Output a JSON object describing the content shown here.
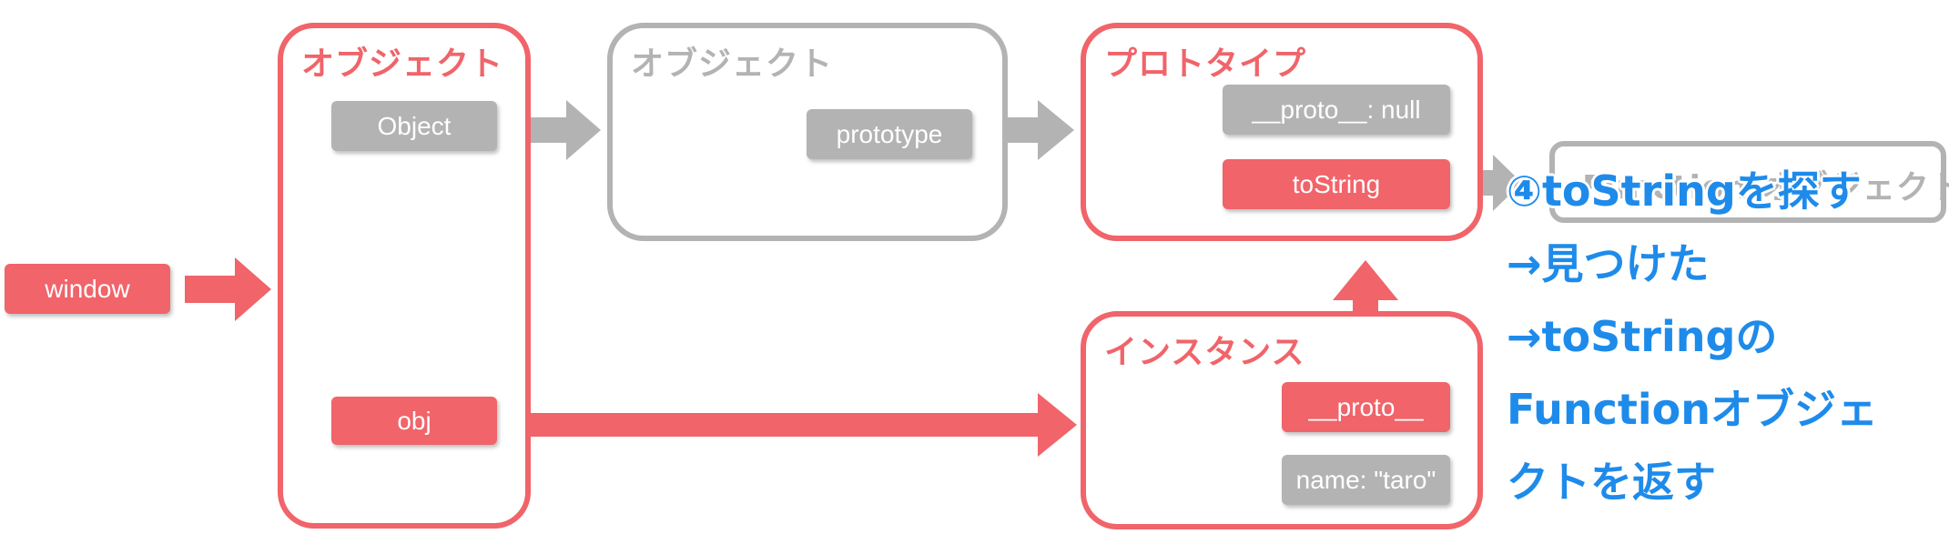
{
  "colors": {
    "accent": "#f0646a",
    "inactive": "#b3b3b3",
    "annotation": "#1e8bea"
  },
  "window_label": "window",
  "object_box": {
    "title": "オブジェクト",
    "items": [
      "Object",
      "obj"
    ]
  },
  "object_prototype_box": {
    "title": "オブジェクト",
    "item": "prototype"
  },
  "prototype_box": {
    "title": "プロトタイプ",
    "items": [
      "__proto__: null",
      "toString"
    ]
  },
  "function_box": {
    "title": "Function オブジェクト"
  },
  "instance_box": {
    "title": "インスタンス",
    "items": [
      "__proto__",
      "name: \"taro\""
    ]
  },
  "annotation": {
    "lines": [
      "④toStringを探す",
      "→見つけた",
      "→toStringの",
      "Functionオブジェ",
      "クトを返す"
    ]
  }
}
